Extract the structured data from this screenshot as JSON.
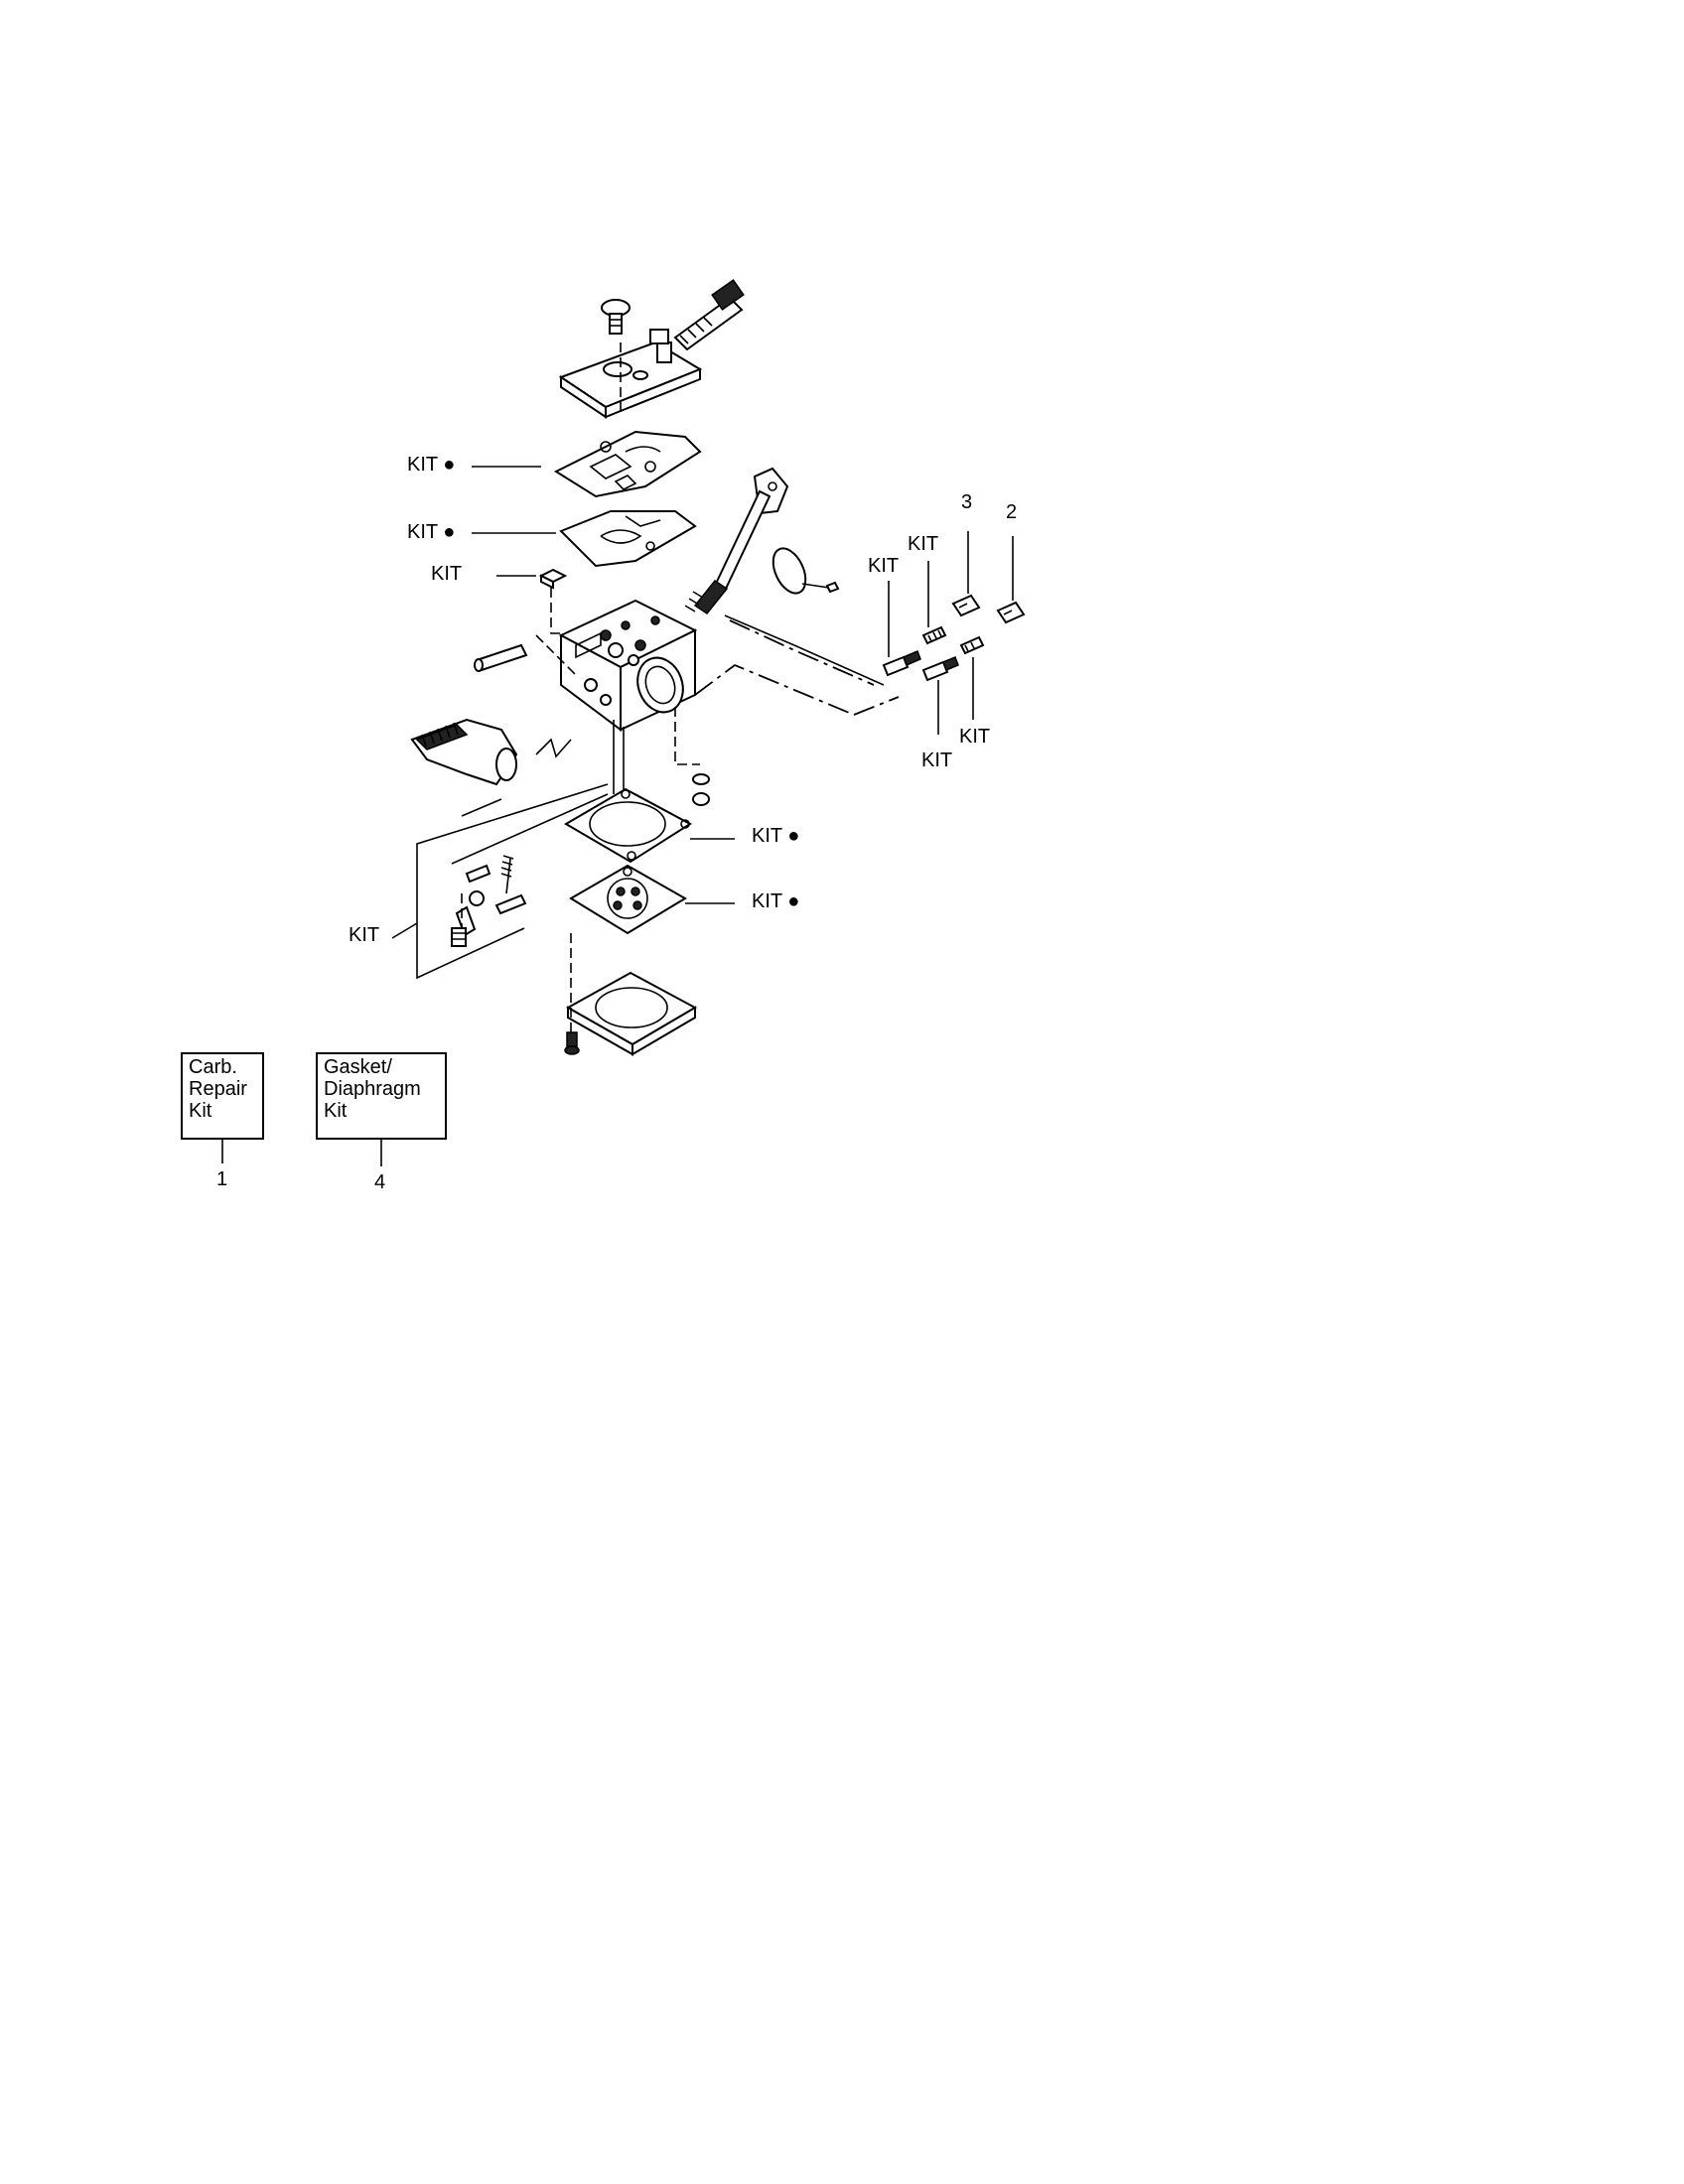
{
  "labels": {
    "kit_top_gasket": "KIT ●",
    "kit_pump_diaphragm": "KIT ●",
    "kit_screen": "KIT",
    "kit_needle_left": "KIT",
    "kit_needle_mid": "KIT",
    "kit_lower_mid": "KIT",
    "kit_lower_right": "KIT",
    "kit_gasket_bottom": "KIT ●",
    "kit_diaphragm_bottom": "KIT ●",
    "kit_lever": "KIT",
    "callout_3": "3",
    "callout_2": "2"
  },
  "legend": {
    "carb_kit": {
      "lines": [
        "Carb.",
        "Repair",
        "Kit"
      ],
      "number": "1"
    },
    "gasket_kit": {
      "lines": [
        "Gasket/",
        "Diaphragm",
        "Kit"
      ],
      "number": "4"
    }
  }
}
